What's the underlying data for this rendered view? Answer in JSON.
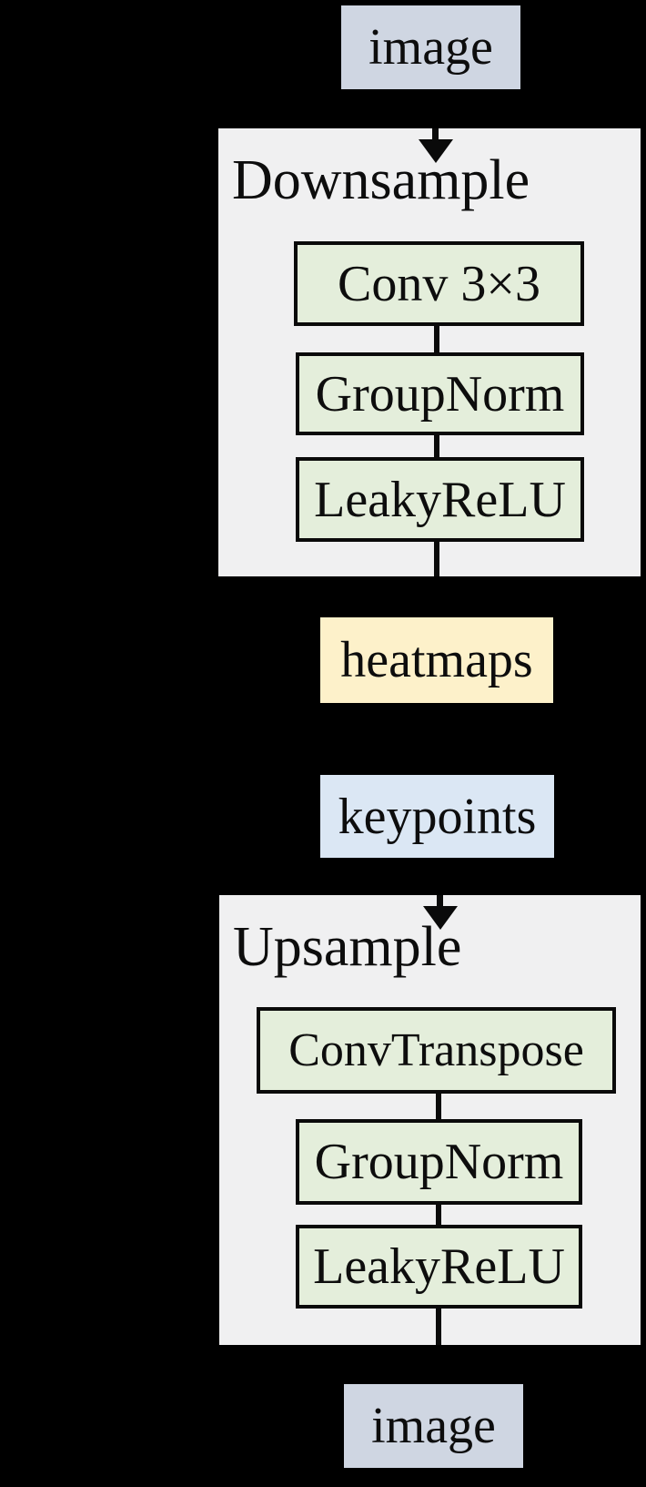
{
  "colors": {
    "background": "#000000",
    "panel": "#f0f0f1",
    "green": "#e4eedb",
    "yellow": "#fdf1ca",
    "blue": "#dbe7f4",
    "bluegray": "#cfd6e2",
    "line": "#0a0a0a",
    "text": "#0d0d0d"
  },
  "nodes": {
    "input_image": "image",
    "heatmaps": "heatmaps",
    "keypoints": "keypoints",
    "output_image": "image"
  },
  "downsample": {
    "title": "Downsample",
    "layers": [
      "Conv 3×3",
      "GroupNorm",
      "LeakyReLU"
    ]
  },
  "upsample": {
    "title": "Upsample",
    "layers": [
      "ConvTranspose",
      "GroupNorm",
      "LeakyReLU"
    ]
  }
}
